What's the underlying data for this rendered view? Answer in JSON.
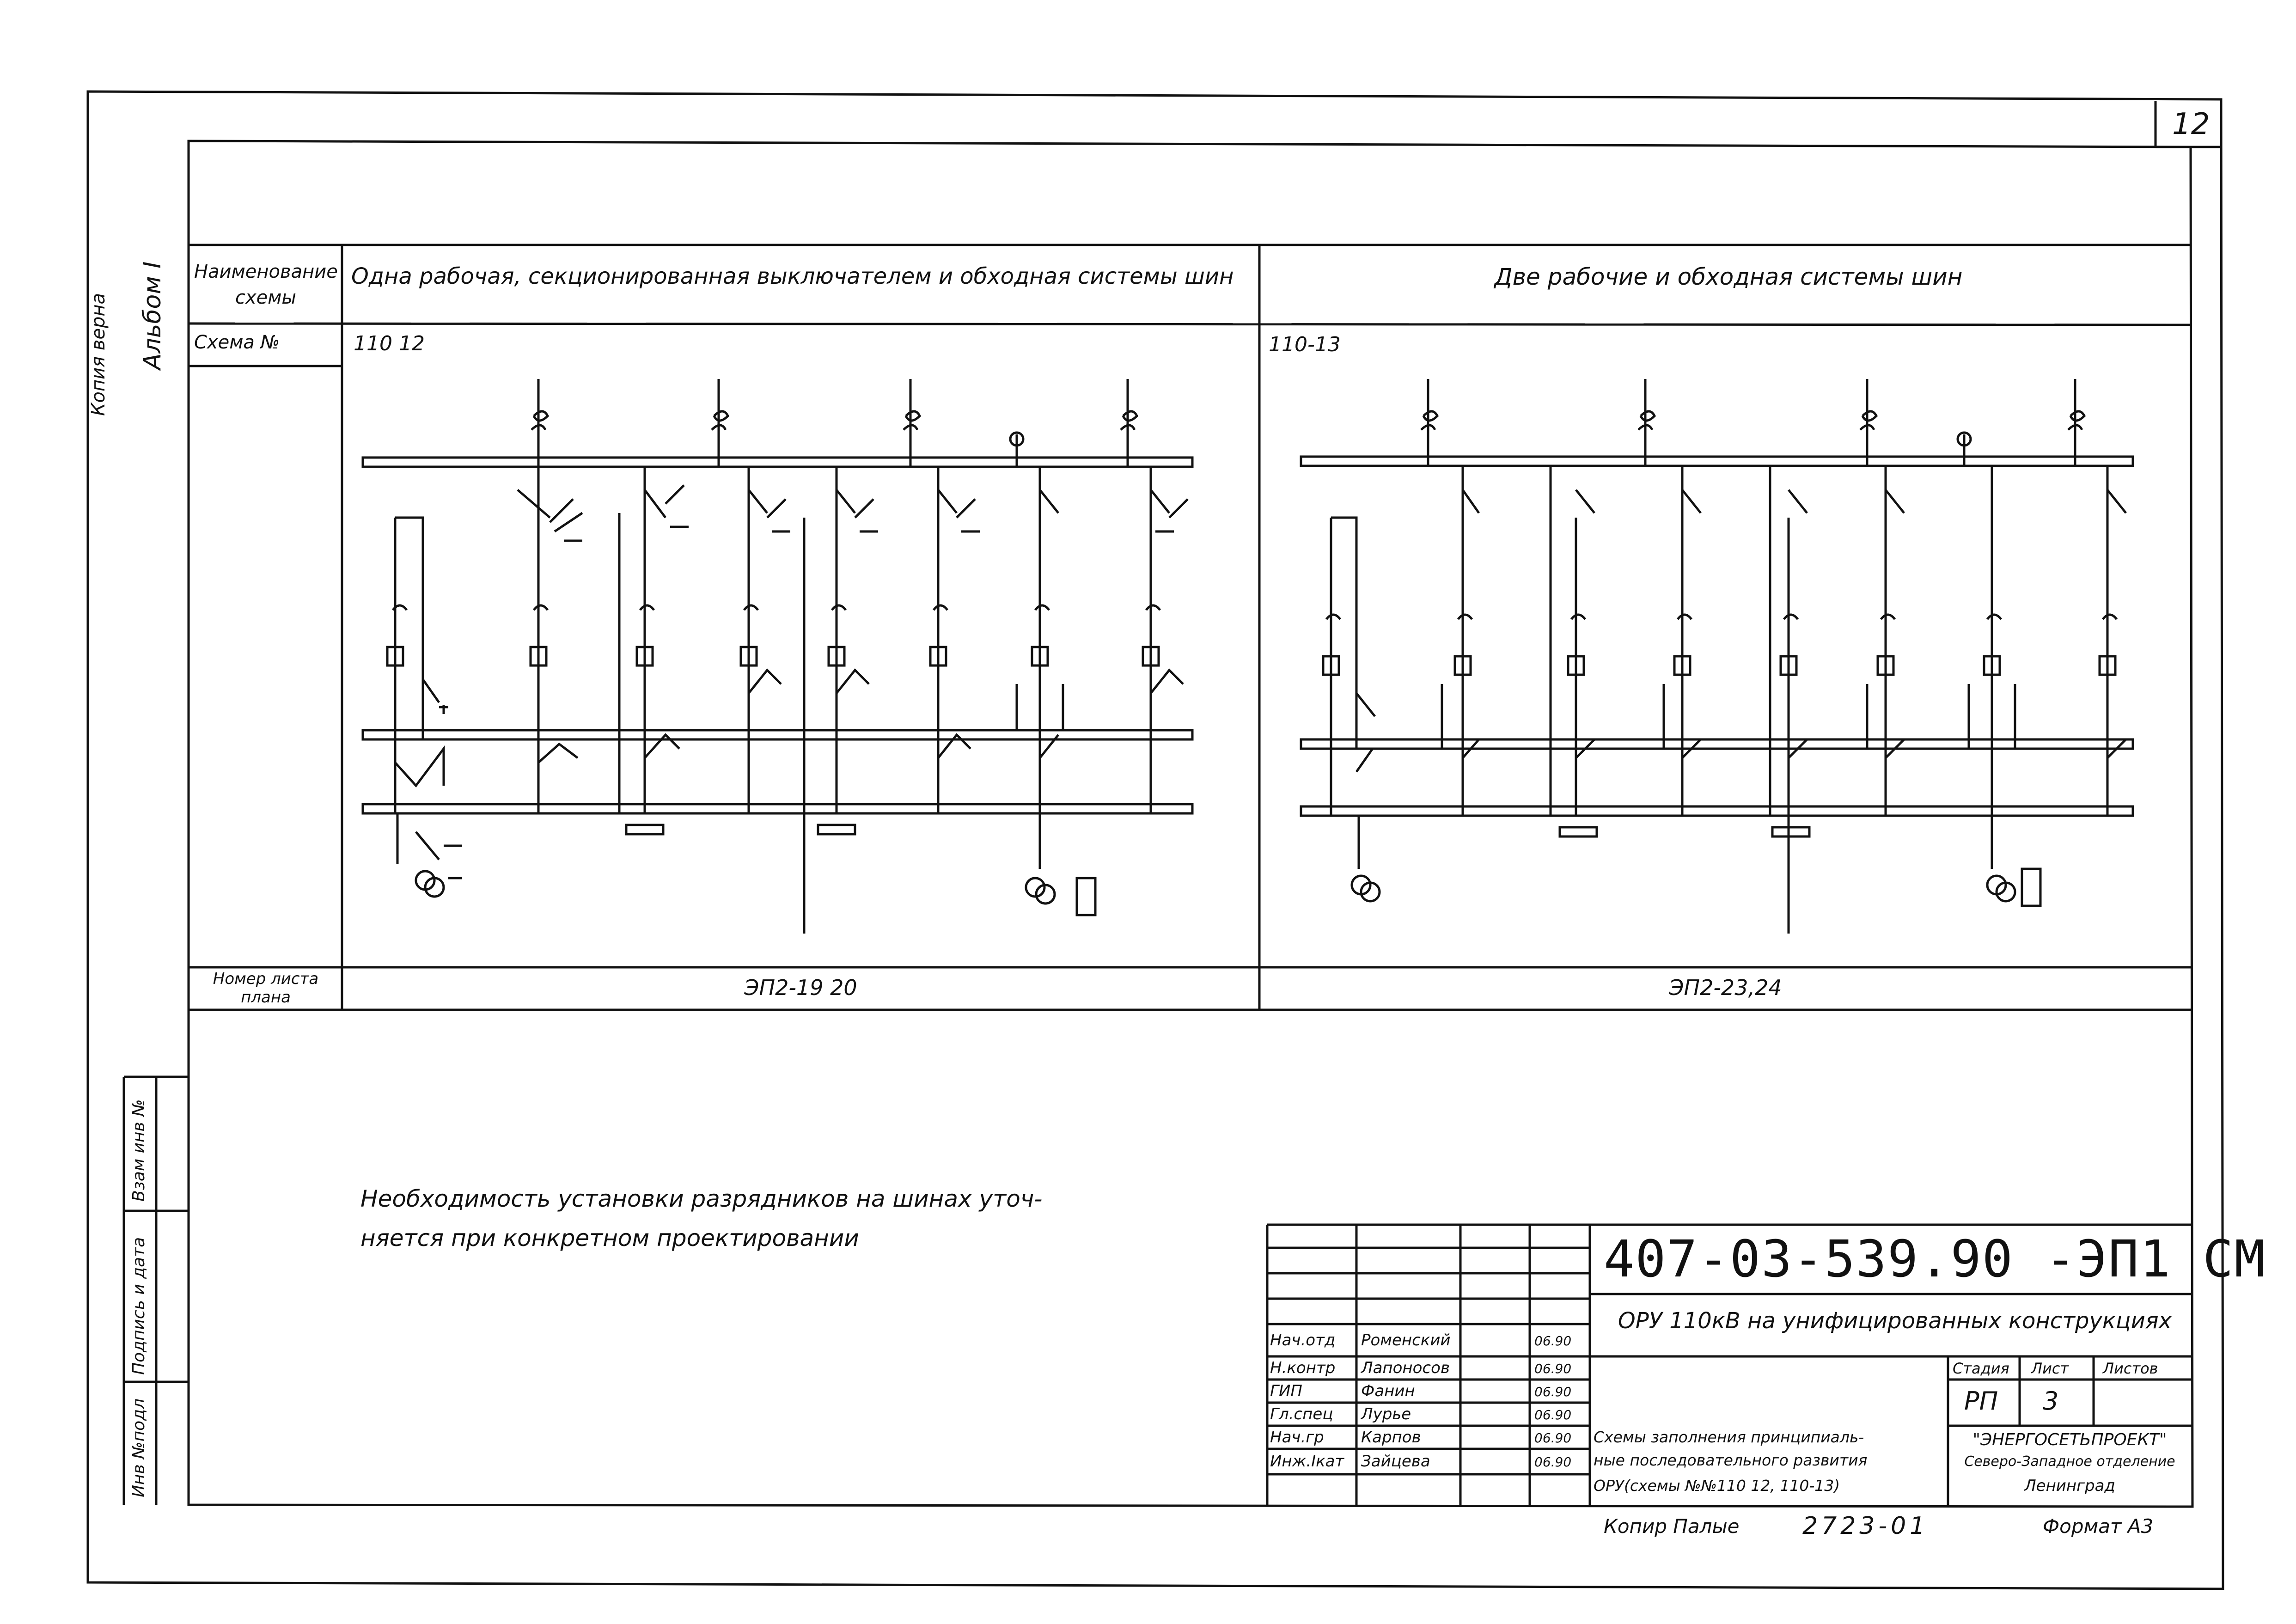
{
  "sheet": {
    "page_number": "12",
    "side_copy": "Копия верна",
    "side_album": "Альбом I",
    "side_stamp": [
      "Инв №подл",
      "Подпись и дата",
      "Взам инв №"
    ]
  },
  "header": {
    "row_name_label": "Наименование схемы",
    "row_scheme_label": "Схема №",
    "row_sheet_label": "Номер листа плана",
    "left_title": "Одна рабочая, секционированная выключателем и обходная системы шин",
    "right_title": "Две рабочие и обходная системы шин",
    "left_scheme": "110 12",
    "right_scheme": "110-13",
    "left_sheet": "ЭП2-19 20",
    "right_sheet": "ЭП2-23,24"
  },
  "note": {
    "line1": "Необходимость установки разрядников на шинах уточ-",
    "line2": "няется при конкретном проектировании"
  },
  "stamp": {
    "code": "407-03-539.90 -ЭП1 СМ",
    "project": "ОРУ 110кВ на унифицированных конструкциях",
    "rows": [
      {
        "role": "Нач.отд",
        "name": "Роменский",
        "date": "06.90"
      },
      {
        "role": "Н.контр",
        "name": "Лапоносов",
        "date": "06.90"
      },
      {
        "role": "ГИП",
        "name": "Фанин",
        "date": "06.90"
      },
      {
        "role": "Гл.спец",
        "name": "Лурье",
        "date": "06.90"
      },
      {
        "role": "Нач.гр",
        "name": "Карпов",
        "date": "06.90"
      },
      {
        "role": "Инж.Iкат",
        "name": "Зайцева",
        "date": "06.90"
      }
    ],
    "doc_title": [
      "Схемы заполнения принципиаль-",
      "ные последовательного развития",
      "ОРУ(схемы №№110 12, 110-13)"
    ],
    "stage_label": "Стадия",
    "sheet_label": "Лист",
    "sheets_label": "Листов",
    "stage": "РП",
    "sheet": "3",
    "org": [
      "\"ЭНЕРГОСЕТЬПРОЕКТ\"",
      "Северо-Западное отделение",
      "Ленинград"
    ]
  },
  "footer": {
    "copied": "Копир Палые",
    "number": "2723-01",
    "format": "Формат А3"
  }
}
